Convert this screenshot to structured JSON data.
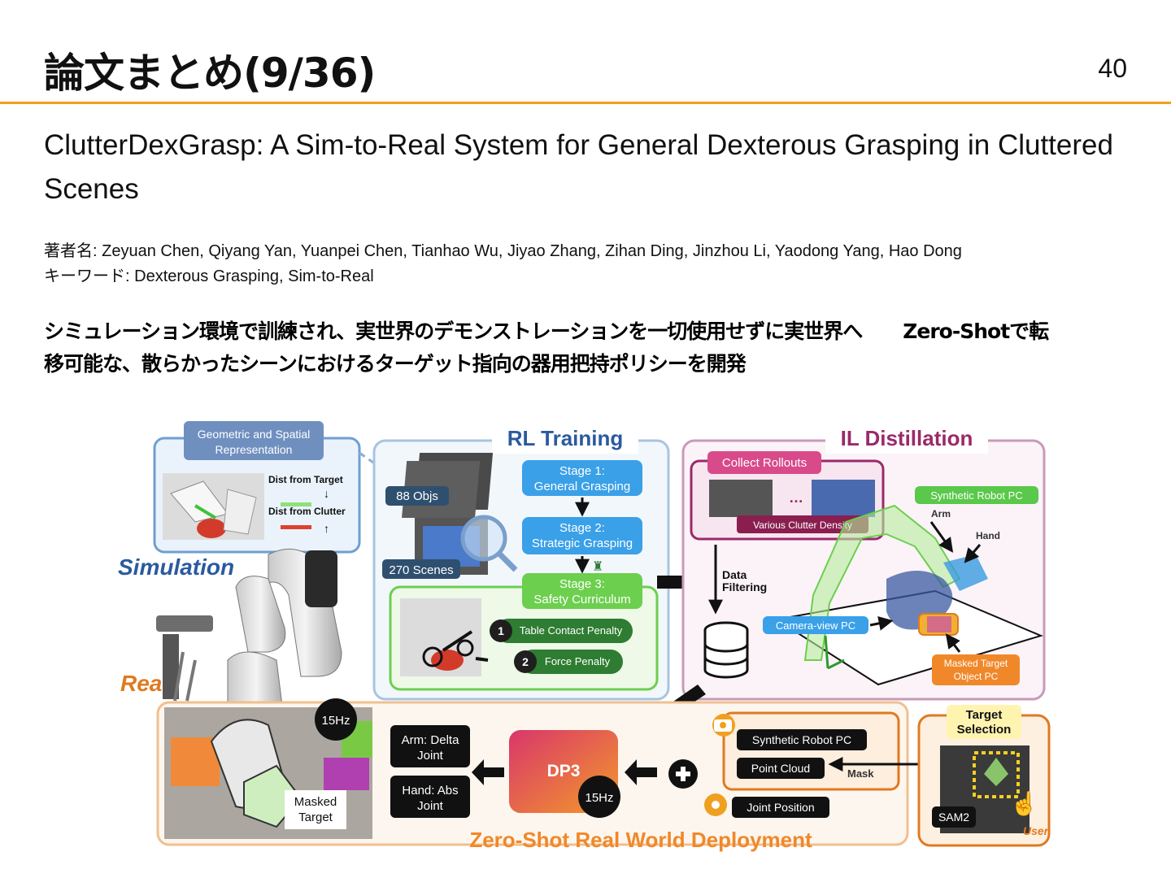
{
  "slide": {
    "title": "論文まとめ(9/36)",
    "page_number": "40"
  },
  "paper": {
    "title": "ClutterDexGrasp: A Sim-to-Real System for General Dexterous Grasping in Cluttered Scenes",
    "authors_label": "著者名:",
    "authors": "Zeyuan Chen, Qiyang Yan, Yuanpei Chen, Tianhao Wu, Jiyao Zhang, Zihan Ding, Jinzhou Li, Yaodong Yang, Hao Dong",
    "keywords_label": "キーワード:",
    "keywords": "Dexterous Grasping, Sim-to-Real"
  },
  "summary": {
    "line1_a": "シミュレーション環境で訓練され、実世界のデモンストレーションを一切使用せずに実世界へ",
    "line1_b": "Zero-Shotで転",
    "line2": "移可能な、散らかったシーンにおけるターゲット指向の器用把持ポリシーを開発"
  },
  "figure": {
    "geo_box": "Geometric and Spatial Representation",
    "dist_target": "Dist from Target",
    "dist_clutter": "Dist from Clutter",
    "simulation": "Simulation",
    "real": "Real",
    "rl_title": "RL Training",
    "objs": "88 Objs",
    "scenes": "270 Scenes",
    "stage1_a": "Stage 1:",
    "stage1_b": "General Grasping",
    "stage2_a": "Stage 2:",
    "stage2_b": "Strategic Grasping",
    "stage3_a": "Stage 3:",
    "stage3_b": "Safety Curriculum",
    "penalty1_num": "1",
    "penalty1": "Table Contact Penalty",
    "penalty2_num": "2",
    "penalty2": "Force Penalty",
    "il_title": "IL Distillation",
    "collect_rollouts": "Collect Rollouts",
    "clutter_density": "Various Clutter Density",
    "data_filtering_a": "Data",
    "data_filtering_b": "Filtering",
    "synthetic_pc_top": "Synthetic Robot PC",
    "arm": "Arm",
    "hand": "Hand",
    "camera_view_pc": "Camera-view PC",
    "masked_target_pc_a": "Masked Target",
    "masked_target_pc_b": "Object PC",
    "hz_left": "15Hz",
    "masked_target_a": "Masked",
    "masked_target_b": "Target",
    "arm_delta_a": "Arm: Delta",
    "arm_delta_b": "Joint",
    "hand_abs_a": "Hand: Abs",
    "hand_abs_b": "Joint",
    "dp3": "DP3",
    "hz_dp3": "15Hz",
    "synthetic_pc_bottom": "Synthetic Robot PC",
    "point_cloud": "Point Cloud",
    "mask": "Mask",
    "joint_position": "Joint Position",
    "target_selection_a": "Target",
    "target_selection_b": "Selection",
    "sam2": "SAM2",
    "user": "User",
    "deployment_title": "Zero-Shot Real World Deployment"
  },
  "colors": {
    "accent_rule": "#f0a020",
    "rl_blue": "#3aa0e8",
    "stage3_green": "#6ccf4e",
    "penalty_green": "#2e7d32",
    "il_magenta": "#9a2a6a",
    "deploy_orange": "#e07a20",
    "simulation_blue": "#2a5aa0"
  }
}
